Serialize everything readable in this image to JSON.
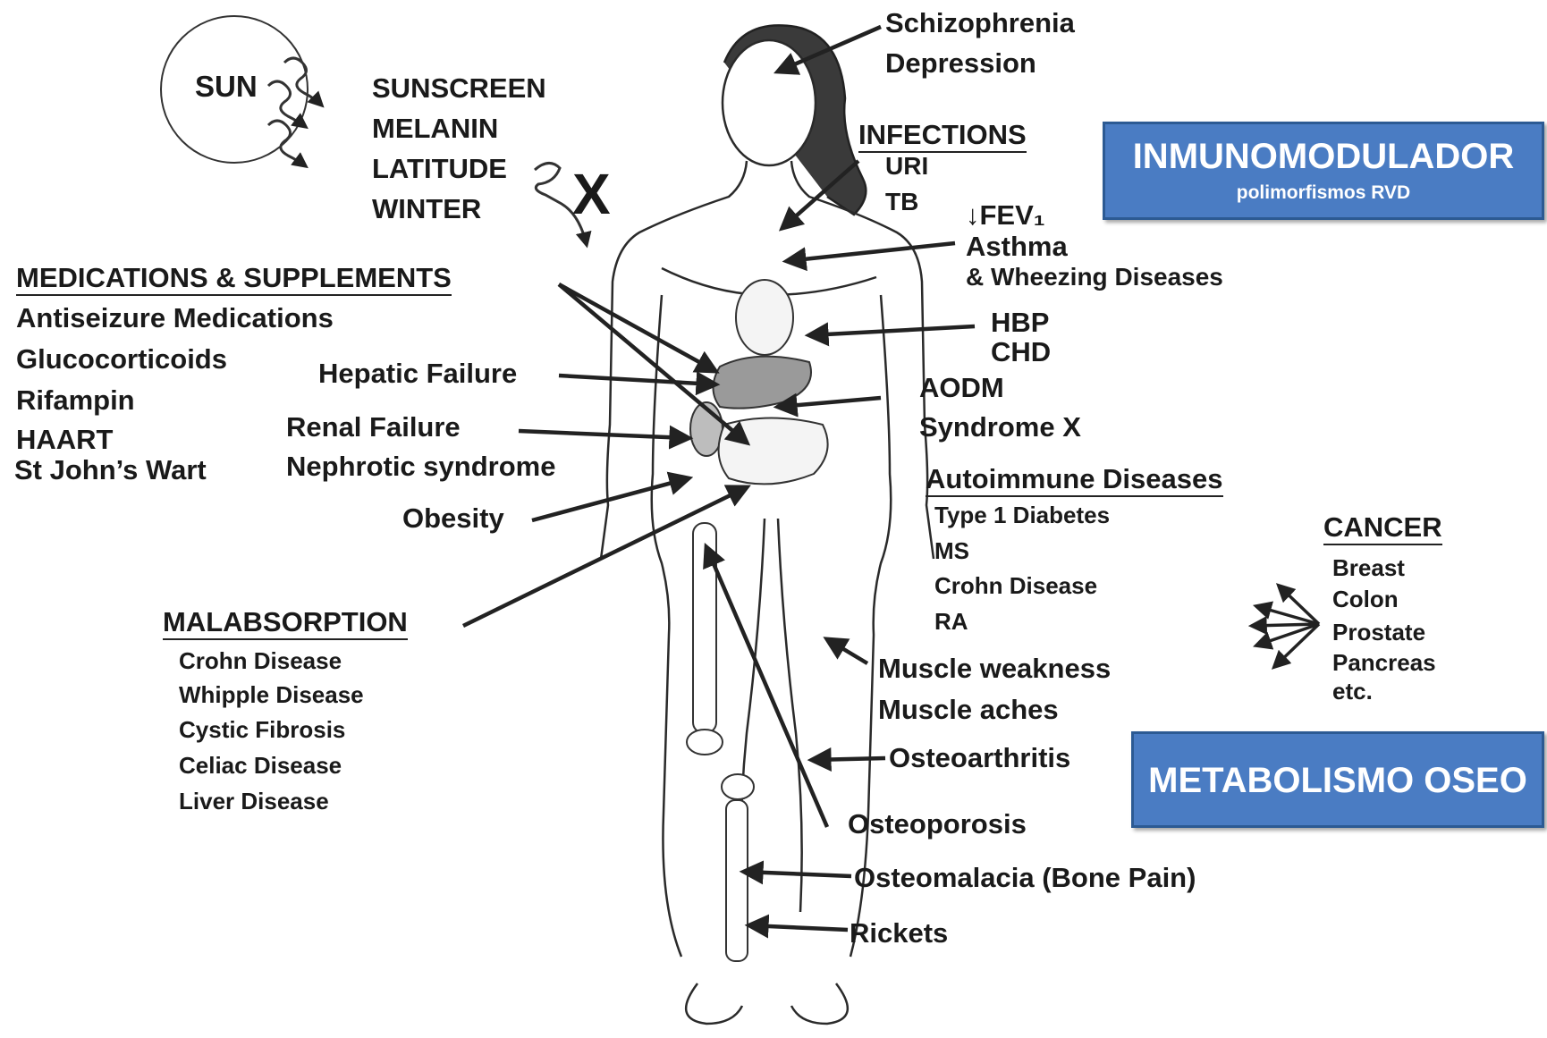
{
  "sun": {
    "label": "SUN",
    "factors": [
      "SUNSCREEN",
      "MELANIN",
      "LATITUDE",
      "WINTER"
    ],
    "block_mark": "X"
  },
  "neuro": [
    "Schizophrenia",
    "Depression"
  ],
  "infections": {
    "heading": "INFECTIONS",
    "items": [
      "URI",
      "TB"
    ]
  },
  "respiratory": [
    "↓FEV₁",
    "Asthma",
    "& Wheezing Diseases"
  ],
  "cardio": [
    "HBP",
    "CHD"
  ],
  "metabolic": [
    "AODM",
    "Syndrome X"
  ],
  "autoimmune": {
    "heading": "Autoimmune Diseases",
    "items": [
      "Type 1 Diabetes",
      "MS",
      "Crohn Disease",
      "RA"
    ]
  },
  "cancer": {
    "heading": "CANCER",
    "items": [
      "Breast",
      "Colon",
      "Prostate",
      "Pancreas",
      "etc."
    ]
  },
  "medications": {
    "heading": "MEDICATIONS & SUPPLEMENTS",
    "items": [
      "Antiseizure Medications",
      "Glucocorticoids",
      "Rifampin",
      "HAART",
      "St John’s Wart"
    ]
  },
  "organs": {
    "hepatic": "Hepatic Failure",
    "renal": "Renal  Failure",
    "nephrotic": "Nephrotic syndrome",
    "obesity": "Obesity"
  },
  "malabsorption": {
    "heading": "MALABSORPTION",
    "items": [
      "Crohn Disease",
      "Whipple  Disease",
      "Cystic Fibrosis",
      "Celiac Disease",
      "Liver Disease"
    ]
  },
  "musculo": [
    "Muscle weakness",
    "Muscle aches",
    "Osteoarthritis",
    "Osteoporosis",
    "Osteomalacia (Bone Pain)",
    "Rickets"
  ],
  "boxes": {
    "immuno_title": "INMUNOMODULADOR",
    "immuno_sub": "polimorfismos RVD",
    "bone_title": "METABOLISMO OSEO"
  },
  "colors": {
    "box_fill": "#4a7cc3",
    "box_border": "#2c5a93",
    "ink": "#1a1a1a"
  }
}
